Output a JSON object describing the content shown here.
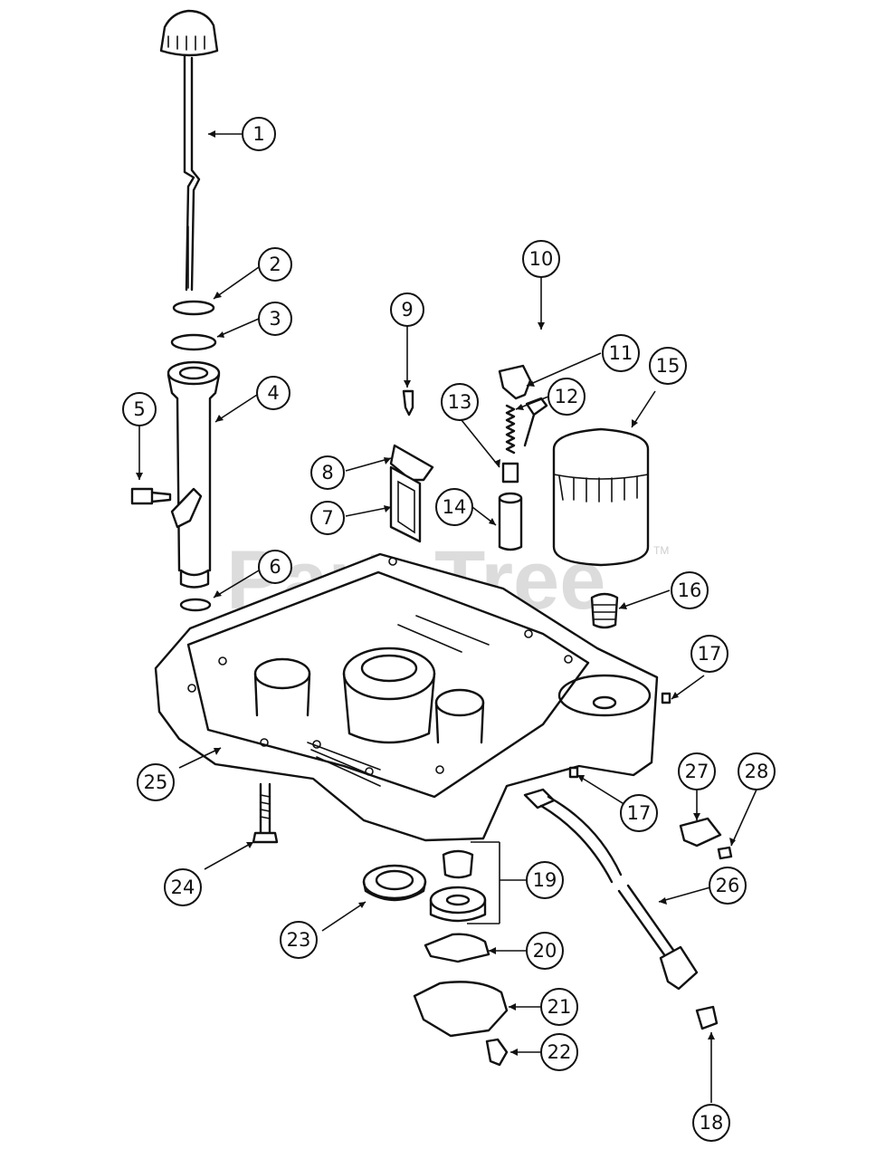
{
  "watermark": {
    "text": "PartsTree",
    "trademark": "TM"
  },
  "labels": [
    {
      "id": "1",
      "text": "1"
    },
    {
      "id": "2",
      "text": "2"
    },
    {
      "id": "3",
      "text": "3"
    },
    {
      "id": "4",
      "text": "4"
    },
    {
      "id": "5",
      "text": "5"
    },
    {
      "id": "6",
      "text": "6"
    },
    {
      "id": "7",
      "text": "7"
    },
    {
      "id": "8",
      "text": "8"
    },
    {
      "id": "9",
      "text": "9"
    },
    {
      "id": "10",
      "text": "10"
    },
    {
      "id": "11",
      "text": "11"
    },
    {
      "id": "12",
      "text": "12"
    },
    {
      "id": "13",
      "text": "13"
    },
    {
      "id": "14",
      "text": "14"
    },
    {
      "id": "15",
      "text": "15"
    },
    {
      "id": "16",
      "text": "16"
    },
    {
      "id": "17a",
      "text": "17"
    },
    {
      "id": "17b",
      "text": "17"
    },
    {
      "id": "18",
      "text": "18"
    },
    {
      "id": "19",
      "text": "19"
    },
    {
      "id": "20",
      "text": "20"
    },
    {
      "id": "21",
      "text": "21"
    },
    {
      "id": "22",
      "text": "22"
    },
    {
      "id": "23",
      "text": "23"
    },
    {
      "id": "24",
      "text": "24"
    },
    {
      "id": "25",
      "text": "25"
    },
    {
      "id": "26",
      "text": "26"
    },
    {
      "id": "27",
      "text": "27"
    },
    {
      "id": "28",
      "text": "28"
    }
  ]
}
